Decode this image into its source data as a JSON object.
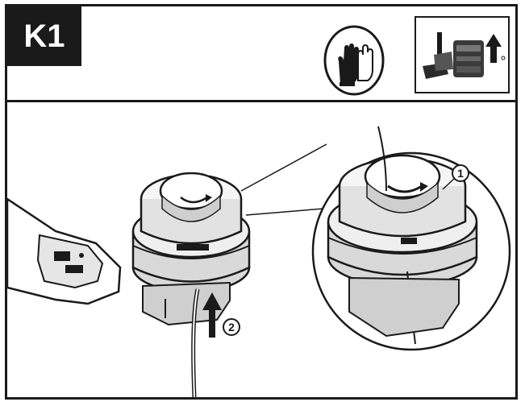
{
  "step": {
    "label": "K1"
  },
  "icons": {
    "gloves": "gloves-icon",
    "remove_battery": "remove-battery-icon",
    "up_arrow": "up-arrow-icon"
  },
  "illustration": {
    "callout_1": "1",
    "callout_2": "2"
  },
  "colors": {
    "ink": "#1a1a1a",
    "paper": "#ffffff"
  }
}
